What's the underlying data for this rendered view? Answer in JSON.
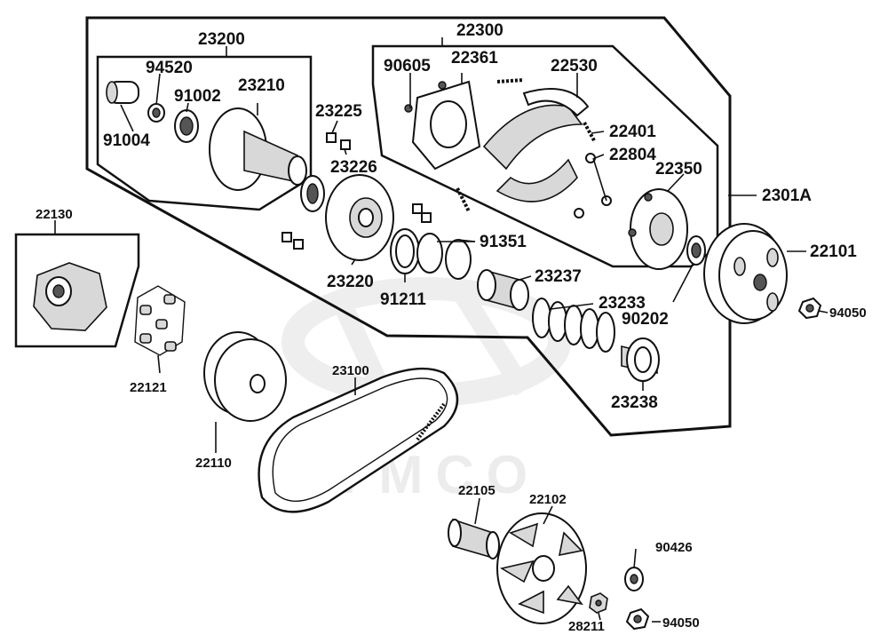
{
  "watermark": {
    "brand": "KYMCO"
  },
  "groups": {
    "assembly": "2301A",
    "drive_face": "23200",
    "clutch": "22300",
    "variator": "22130"
  },
  "parts": {
    "p94520": "94520",
    "p91002": "91002",
    "p23210": "23210",
    "p91004": "91004",
    "p90605": "90605",
    "p22361": "22361",
    "p22530": "22530",
    "p23225": "23225",
    "p22401": "22401",
    "p22804": "22804",
    "p23226": "23226",
    "p22350": "22350",
    "p91351": "91351",
    "p22101": "22101",
    "p23237": "23237",
    "p23220": "23220",
    "p91211": "91211",
    "p23233": "23233",
    "p90202": "90202",
    "p94050a": "94050",
    "p22121": "22121",
    "p23100": "23100",
    "p23238": "23238",
    "p22110": "22110",
    "p22105": "22105",
    "p22102": "22102",
    "p90426": "90426",
    "p28211": "28211",
    "p94050b": "94050"
  },
  "colors": {
    "line": "#111111",
    "watermark": "#ececec",
    "fill": "#d8d8d8"
  }
}
